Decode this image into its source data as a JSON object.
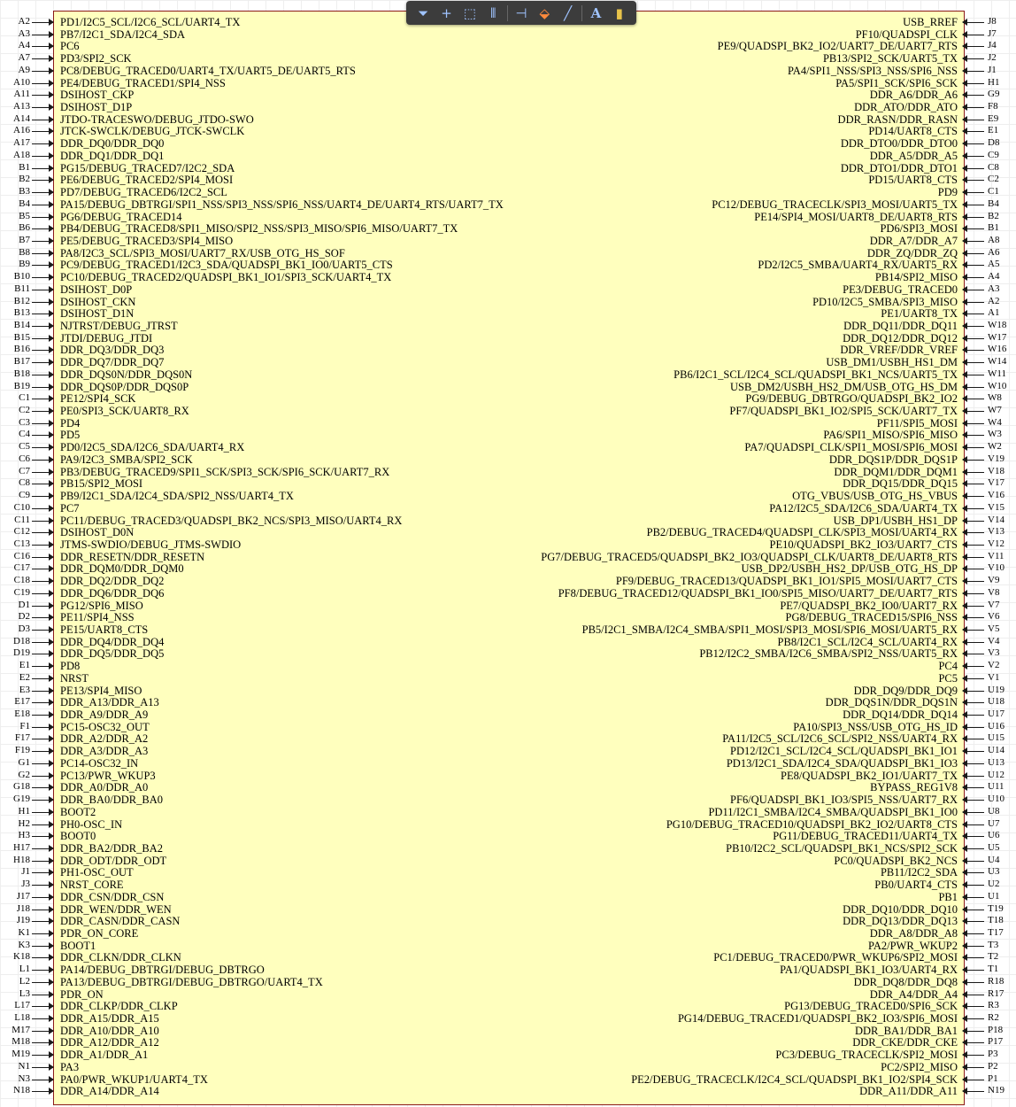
{
  "toolbar": {
    "tools": [
      {
        "icon": "filter-icon",
        "glyph": "⏷"
      },
      {
        "icon": "add-icon",
        "glyph": "+"
      },
      {
        "icon": "select-rect-icon",
        "glyph": "⬚"
      },
      {
        "icon": "align-icon",
        "glyph": "⫴"
      },
      {
        "icon": "place-pin-icon",
        "glyph": "⊣"
      },
      {
        "icon": "fill-icon",
        "glyph": "⬙"
      },
      {
        "icon": "line-icon",
        "glyph": "╱"
      },
      {
        "icon": "text-icon",
        "glyph": "A"
      },
      {
        "icon": "part-icon",
        "glyph": "▮"
      }
    ],
    "colors": {
      "bg": "#3c3c3c",
      "icon": "#9fc3ff"
    }
  },
  "component": {
    "fill": "#ffffbe",
    "border": "#8b1a1a",
    "left_pins": [
      {
        "num": "A2",
        "label": "PD1/I2C5_SCL/I2C6_SCL/UART4_TX"
      },
      {
        "num": "A3",
        "label": "PB7/I2C1_SDA/I2C4_SDA"
      },
      {
        "num": "A4",
        "label": "PC6"
      },
      {
        "num": "A7",
        "label": "PD3/SPI2_SCK"
      },
      {
        "num": "A9",
        "label": "PC8/DEBUG_TRACED0/UART4_TX/UART5_DE/UART5_RTS"
      },
      {
        "num": "A10",
        "label": "PE4/DEBUG_TRACED1/SPI4_NSS"
      },
      {
        "num": "A11",
        "label": "DSIHOST_CKP"
      },
      {
        "num": "A13",
        "label": "DSIHOST_D1P"
      },
      {
        "num": "A14",
        "label": "JTDO-TRACESWO/DEBUG_JTDO-SWO"
      },
      {
        "num": "A16",
        "label": "JTCK-SWCLK/DEBUG_JTCK-SWCLK"
      },
      {
        "num": "A17",
        "label": "DDR_DQ0/DDR_DQ0"
      },
      {
        "num": "A18",
        "label": "DDR_DQ1/DDR_DQ1"
      },
      {
        "num": "B1",
        "label": "PG15/DEBUG_TRACED7/I2C2_SDA"
      },
      {
        "num": "B2",
        "label": "PE6/DEBUG_TRACED2/SPI4_MOSI"
      },
      {
        "num": "B3",
        "label": "PD7/DEBUG_TRACED6/I2C2_SCL"
      },
      {
        "num": "B4",
        "label": "PA15/DEBUG_DBTRGI/SPI1_NSS/SPI3_NSS/SPI6_NSS/UART4_DE/UART4_RTS/UART7_TX"
      },
      {
        "num": "B5",
        "label": "PG6/DEBUG_TRACED14"
      },
      {
        "num": "B6",
        "label": "PB4/DEBUG_TRACED8/SPI1_MISO/SPI2_NSS/SPI3_MISO/SPI6_MISO/UART7_TX"
      },
      {
        "num": "B7",
        "label": "PE5/DEBUG_TRACED3/SPI4_MISO"
      },
      {
        "num": "B8",
        "label": "PA8/I2C3_SCL/SPI3_MOSI/UART7_RX/USB_OTG_HS_SOF"
      },
      {
        "num": "B9",
        "label": "PC9/DEBUG_TRACED1/I2C3_SDA/QUADSPI_BK1_IO0/UART5_CTS"
      },
      {
        "num": "B10",
        "label": "PC10/DEBUG_TRACED2/QUADSPI_BK1_IO1/SPI3_SCK/UART4_TX"
      },
      {
        "num": "B11",
        "label": "DSIHOST_D0P"
      },
      {
        "num": "B12",
        "label": "DSIHOST_CKN"
      },
      {
        "num": "B13",
        "label": "DSIHOST_D1N"
      },
      {
        "num": "B14",
        "label": "NJTRST/DEBUG_JTRST"
      },
      {
        "num": "B15",
        "label": "JTDI/DEBUG_JTDI"
      },
      {
        "num": "B16",
        "label": "DDR_DQ3/DDR_DQ3"
      },
      {
        "num": "B17",
        "label": "DDR_DQ7/DDR_DQ7"
      },
      {
        "num": "B18",
        "label": "DDR_DQS0N/DDR_DQS0N"
      },
      {
        "num": "B19",
        "label": "DDR_DQS0P/DDR_DQS0P"
      },
      {
        "num": "C1",
        "label": "PE12/SPI4_SCK"
      },
      {
        "num": "C2",
        "label": "PE0/SPI3_SCK/UART8_RX"
      },
      {
        "num": "C3",
        "label": "PD4"
      },
      {
        "num": "C4",
        "label": "PD5"
      },
      {
        "num": "C5",
        "label": "PD0/I2C5_SDA/I2C6_SDA/UART4_RX"
      },
      {
        "num": "C6",
        "label": "PA9/I2C3_SMBA/SPI2_SCK"
      },
      {
        "num": "C7",
        "label": "PB3/DEBUG_TRACED9/SPI1_SCK/SPI3_SCK/SPI6_SCK/UART7_RX"
      },
      {
        "num": "C8",
        "label": "PB15/SPI2_MOSI"
      },
      {
        "num": "C9",
        "label": "PB9/I2C1_SDA/I2C4_SDA/SPI2_NSS/UART4_TX"
      },
      {
        "num": "C10",
        "label": "PC7"
      },
      {
        "num": "C11",
        "label": "PC11/DEBUG_TRACED3/QUADSPI_BK2_NCS/SPI3_MISO/UART4_RX"
      },
      {
        "num": "C12",
        "label": "DSIHOST_D0N"
      },
      {
        "num": "C13",
        "label": "JTMS-SWDIO/DEBUG_JTMS-SWDIO"
      },
      {
        "num": "C16",
        "label": "DDR_RESETN/DDR_RESETN"
      },
      {
        "num": "C17",
        "label": "DDR_DQM0/DDR_DQM0"
      },
      {
        "num": "C18",
        "label": "DDR_DQ2/DDR_DQ2"
      },
      {
        "num": "C19",
        "label": "DDR_DQ6/DDR_DQ6"
      },
      {
        "num": "D1",
        "label": "PG12/SPI6_MISO"
      },
      {
        "num": "D2",
        "label": "PE11/SPI4_NSS"
      },
      {
        "num": "D3",
        "label": "PE15/UART8_CTS"
      },
      {
        "num": "D18",
        "label": "DDR_DQ4/DDR_DQ4"
      },
      {
        "num": "D19",
        "label": "DDR_DQ5/DDR_DQ5"
      },
      {
        "num": "E1",
        "label": "PD8"
      },
      {
        "num": "E2",
        "label": "NRST"
      },
      {
        "num": "E3",
        "label": "PE13/SPI4_MISO"
      },
      {
        "num": "E17",
        "label": "DDR_A13/DDR_A13"
      },
      {
        "num": "E18",
        "label": "DDR_A9/DDR_A9"
      },
      {
        "num": "F1",
        "label": "PC15-OSC32_OUT"
      },
      {
        "num": "F17",
        "label": "DDR_A2/DDR_A2"
      },
      {
        "num": "F19",
        "label": "DDR_A3/DDR_A3"
      },
      {
        "num": "G1",
        "label": "PC14-OSC32_IN"
      },
      {
        "num": "G2",
        "label": "PC13/PWR_WKUP3"
      },
      {
        "num": "G18",
        "label": "DDR_A0/DDR_A0"
      },
      {
        "num": "G19",
        "label": "DDR_BA0/DDR_BA0"
      },
      {
        "num": "H1",
        "label": "BOOT2"
      },
      {
        "num": "H2",
        "label": "PH0-OSC_IN"
      },
      {
        "num": "H3",
        "label": "BOOT0"
      },
      {
        "num": "H17",
        "label": "DDR_BA2/DDR_BA2"
      },
      {
        "num": "H18",
        "label": "DDR_ODT/DDR_ODT"
      },
      {
        "num": "J1",
        "label": "PH1-OSC_OUT"
      },
      {
        "num": "J3",
        "label": "NRST_CORE"
      },
      {
        "num": "J17",
        "label": "DDR_CSN/DDR_CSN"
      },
      {
        "num": "J18",
        "label": "DDR_WEN/DDR_WEN"
      },
      {
        "num": "J19",
        "label": "DDR_CASN/DDR_CASN"
      },
      {
        "num": "K1",
        "label": "PDR_ON_CORE"
      },
      {
        "num": "K3",
        "label": "BOOT1"
      },
      {
        "num": "K18",
        "label": "DDR_CLKN/DDR_CLKN"
      },
      {
        "num": "L1",
        "label": "PA14/DEBUG_DBTRGI/DEBUG_DBTRGO"
      },
      {
        "num": "L2",
        "label": "PA13/DEBUG_DBTRGI/DEBUG_DBTRGO/UART4_TX"
      },
      {
        "num": "L3",
        "label": "PDR_ON"
      },
      {
        "num": "L17",
        "label": "DDR_CLKP/DDR_CLKP"
      },
      {
        "num": "L18",
        "label": "DDR_A15/DDR_A15"
      },
      {
        "num": "M17",
        "label": "DDR_A10/DDR_A10"
      },
      {
        "num": "M18",
        "label": "DDR_A12/DDR_A12"
      },
      {
        "num": "M19",
        "label": "DDR_A1/DDR_A1"
      },
      {
        "num": "N1",
        "label": "PA3"
      },
      {
        "num": "N3",
        "label": "PA0/PWR_WKUP1/UART4_TX"
      },
      {
        "num": "N18",
        "label": "DDR_A14/DDR_A14"
      }
    ],
    "right_pins": [
      {
        "num": "J8",
        "label": "USB_RREF"
      },
      {
        "num": "J7",
        "label": "PF10/QUADSPI_CLK"
      },
      {
        "num": "J4",
        "label": "PE9/QUADSPI_BK2_IO2/UART7_DE/UART7_RTS"
      },
      {
        "num": "J2",
        "label": "PB13/SPI2_SCK/UART5_TX"
      },
      {
        "num": "J1",
        "label": "PA4/SPI1_NSS/SPI3_NSS/SPI6_NSS"
      },
      {
        "num": "H1",
        "label": "PA5/SPI1_SCK/SPI6_SCK"
      },
      {
        "num": "G9",
        "label": "DDR_A6/DDR_A6"
      },
      {
        "num": "F8",
        "label": "DDR_ATO/DDR_ATO"
      },
      {
        "num": "E9",
        "label": "DDR_RASN/DDR_RASN"
      },
      {
        "num": "E1",
        "label": "PD14/UART8_CTS"
      },
      {
        "num": "D8",
        "label": "DDR_DTO0/DDR_DTO0"
      },
      {
        "num": "C9",
        "label": "DDR_A5/DDR_A5"
      },
      {
        "num": "C8",
        "label": "DDR_DTO1/DDR_DTO1"
      },
      {
        "num": "C2",
        "label": "PD15/UART8_CTS"
      },
      {
        "num": "C1",
        "label": "PD9"
      },
      {
        "num": "B4",
        "label": "PC12/DEBUG_TRACECLK/SPI3_MOSI/UART5_TX"
      },
      {
        "num": "B2",
        "label": "PE14/SPI4_MOSI/UART8_DE/UART8_RTS"
      },
      {
        "num": "B1",
        "label": "PD6/SPI3_MOSI"
      },
      {
        "num": "A8",
        "label": "DDR_A7/DDR_A7"
      },
      {
        "num": "A6",
        "label": "DDR_ZQ/DDR_ZQ"
      },
      {
        "num": "A5",
        "label": "PD2/I2C5_SMBA/UART4_RX/UART5_RX"
      },
      {
        "num": "A4",
        "label": "PB14/SPI2_MISO"
      },
      {
        "num": "A3",
        "label": "PE3/DEBUG_TRACED0"
      },
      {
        "num": "A2",
        "label": "PD10/I2C5_SMBA/SPI3_MISO"
      },
      {
        "num": "A1",
        "label": "PE1/UART8_TX"
      },
      {
        "num": "W18",
        "label": "DDR_DQ11/DDR_DQ11"
      },
      {
        "num": "W17",
        "label": "DDR_DQ12/DDR_DQ12"
      },
      {
        "num": "W16",
        "label": "DDR_VREF/DDR_VREF"
      },
      {
        "num": "W14",
        "label": "USB_DM1/USBH_HS1_DM"
      },
      {
        "num": "W11",
        "label": "PB6/I2C1_SCL/I2C4_SCL/QUADSPI_BK1_NCS/UART5_TX"
      },
      {
        "num": "W10",
        "label": "USB_DM2/USBH_HS2_DM/USB_OTG_HS_DM"
      },
      {
        "num": "W8",
        "label": "PG9/DEBUG_DBTRGO/QUADSPI_BK2_IO2"
      },
      {
        "num": "W7",
        "label": "PF7/QUADSPI_BK1_IO2/SPI5_SCK/UART7_TX"
      },
      {
        "num": "W4",
        "label": "PF11/SPI5_MOSI"
      },
      {
        "num": "W3",
        "label": "PA6/SPI1_MISO/SPI6_MISO"
      },
      {
        "num": "W2",
        "label": "PA7/QUADSPI_CLK/SPI1_MOSI/SPI6_MOSI"
      },
      {
        "num": "V19",
        "label": "DDR_DQS1P/DDR_DQS1P"
      },
      {
        "num": "V18",
        "label": "DDR_DQM1/DDR_DQM1"
      },
      {
        "num": "V17",
        "label": "DDR_DQ15/DDR_DQ15"
      },
      {
        "num": "V16",
        "label": "OTG_VBUS/USB_OTG_HS_VBUS"
      },
      {
        "num": "V15",
        "label": "PA12/I2C5_SDA/I2C6_SDA/UART4_TX"
      },
      {
        "num": "V14",
        "label": "USB_DP1/USBH_HS1_DP"
      },
      {
        "num": "V13",
        "label": "PB2/DEBUG_TRACED4/QUADSPI_CLK/SPI3_MOSI/UART4_RX"
      },
      {
        "num": "V12",
        "label": "PE10/QUADSPI_BK2_IO3/UART7_CTS"
      },
      {
        "num": "V11",
        "label": "PG7/DEBUG_TRACED5/QUADSPI_BK2_IO3/QUADSPI_CLK/UART8_DE/UART8_RTS"
      },
      {
        "num": "V10",
        "label": "USB_DP2/USBH_HS2_DP/USB_OTG_HS_DP"
      },
      {
        "num": "V9",
        "label": "PF9/DEBUG_TRACED13/QUADSPI_BK1_IO1/SPI5_MOSI/UART7_CTS"
      },
      {
        "num": "V8",
        "label": "PF8/DEBUG_TRACED12/QUADSPI_BK1_IO0/SPI5_MISO/UART7_DE/UART7_RTS"
      },
      {
        "num": "V7",
        "label": "PE7/QUADSPI_BK2_IO0/UART7_RX"
      },
      {
        "num": "V6",
        "label": "PG8/DEBUG_TRACED15/SPI6_NSS"
      },
      {
        "num": "V5",
        "label": "PB5/I2C1_SMBA/I2C4_SMBA/SPI1_MOSI/SPI3_MOSI/SPI6_MOSI/UART5_RX"
      },
      {
        "num": "V4",
        "label": "PB8/I2C1_SCL/I2C4_SCL/UART4_RX"
      },
      {
        "num": "V3",
        "label": "PB12/I2C2_SMBA/I2C6_SMBA/SPI2_NSS/UART5_RX"
      },
      {
        "num": "V2",
        "label": "PC4"
      },
      {
        "num": "V1",
        "label": "PC5"
      },
      {
        "num": "U19",
        "label": "DDR_DQ9/DDR_DQ9"
      },
      {
        "num": "U18",
        "label": "DDR_DQS1N/DDR_DQS1N"
      },
      {
        "num": "U17",
        "label": "DDR_DQ14/DDR_DQ14"
      },
      {
        "num": "U16",
        "label": "PA10/SPI3_NSS/USB_OTG_HS_ID"
      },
      {
        "num": "U15",
        "label": "PA11/I2C5_SCL/I2C6_SCL/SPI2_NSS/UART4_RX"
      },
      {
        "num": "U14",
        "label": "PD12/I2C1_SCL/I2C4_SCL/QUADSPI_BK1_IO1"
      },
      {
        "num": "U13",
        "label": "PD13/I2C1_SDA/I2C4_SDA/QUADSPI_BK1_IO3"
      },
      {
        "num": "U12",
        "label": "PE8/QUADSPI_BK2_IO1/UART7_TX"
      },
      {
        "num": "U11",
        "label": "BYPASS_REG1V8"
      },
      {
        "num": "U10",
        "label": "PF6/QUADSPI_BK1_IO3/SPI5_NSS/UART7_RX"
      },
      {
        "num": "U8",
        "label": "PD11/I2C1_SMBA/I2C4_SMBA/QUADSPI_BK1_IO0"
      },
      {
        "num": "U7",
        "label": "PG10/DEBUG_TRACED10/QUADSPI_BK2_IO2/UART8_CTS"
      },
      {
        "num": "U6",
        "label": "PG11/DEBUG_TRACED11/UART4_TX"
      },
      {
        "num": "U5",
        "label": "PB10/I2C2_SCL/QUADSPI_BK1_NCS/SPI2_SCK"
      },
      {
        "num": "U4",
        "label": "PC0/QUADSPI_BK2_NCS"
      },
      {
        "num": "U3",
        "label": "PB11/I2C2_SDA"
      },
      {
        "num": "U2",
        "label": "PB0/UART4_CTS"
      },
      {
        "num": "U1",
        "label": "PB1"
      },
      {
        "num": "T19",
        "label": "DDR_DQ10/DDR_DQ10"
      },
      {
        "num": "T18",
        "label": "DDR_DQ13/DDR_DQ13"
      },
      {
        "num": "T17",
        "label": "DDR_A8/DDR_A8"
      },
      {
        "num": "T3",
        "label": "PA2/PWR_WKUP2"
      },
      {
        "num": "T2",
        "label": "PC1/DEBUG_TRACED0/PWR_WKUP6/SPI2_MOSI"
      },
      {
        "num": "T1",
        "label": "PA1/QUADSPI_BK1_IO3/UART4_RX"
      },
      {
        "num": "R18",
        "label": "DDR_DQ8/DDR_DQ8"
      },
      {
        "num": "R17",
        "label": "DDR_A4/DDR_A4"
      },
      {
        "num": "R3",
        "label": "PG13/DEBUG_TRACED0/SPI6_SCK"
      },
      {
        "num": "R2",
        "label": "PG14/DEBUG_TRACED1/QUADSPI_BK2_IO3/SPI6_MOSI"
      },
      {
        "num": "P18",
        "label": "DDR_BA1/DDR_BA1"
      },
      {
        "num": "P17",
        "label": "DDR_CKE/DDR_CKE"
      },
      {
        "num": "P3",
        "label": "PC3/DEBUG_TRACECLK/SPI2_MOSI"
      },
      {
        "num": "P2",
        "label": "PC2/SPI2_MISO"
      },
      {
        "num": "P1",
        "label": "PE2/DEBUG_TRACECLK/I2C4_SCL/QUADSPI_BK1_IO2/SPI4_SCK"
      },
      {
        "num": "N19",
        "label": "DDR_A11/DDR_A11"
      }
    ]
  }
}
